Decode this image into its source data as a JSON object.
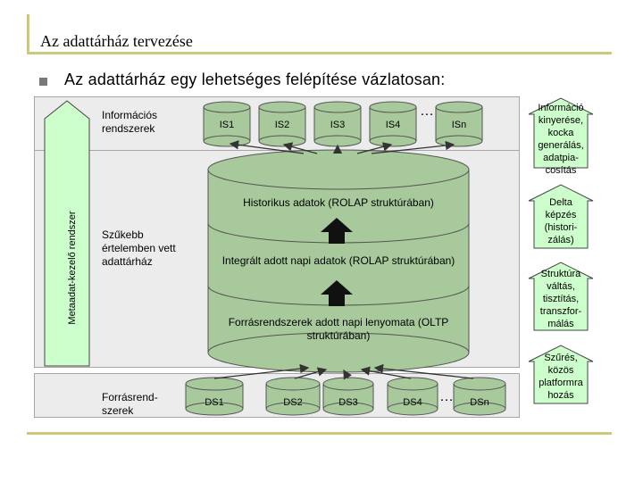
{
  "header": {
    "title": "Az adattárház tervezése",
    "subtitle": "Az adattárház egy lehetséges felépítése vázlatosan:"
  },
  "diagram": {
    "vertical_arrow_label": "Metaadat-kezelő rendszer",
    "bands": {
      "top_label": "Információs rendszerek",
      "middle_label": "Szűkebb értelemben vett adattárház",
      "bottom_label": "Forrásrend-szerek"
    },
    "is_items": [
      "IS1",
      "IS2",
      "IS3",
      "IS4",
      "ISn"
    ],
    "ds_items": [
      "DS1",
      "DS2",
      "DS3",
      "DS4",
      "DSn"
    ],
    "ellipsis": "…",
    "warehouse_layers": [
      "Historikus adatok (ROLAP struktúrában)",
      "Integrált adott napi adatok (ROLAP struktúrában)",
      "Forrásrendszerek adott napi lenyomata (OLTP struktúrában)"
    ],
    "right_arrows": [
      "Információ kinyerése, kocka generálás, adatpia-cosítás",
      "Delta képzés (histori-zálás)",
      "Struktúra váltás, tisztítás, transzfor-málás",
      "Szűrés, közös platformra hozás"
    ],
    "colors": {
      "arrow_fill": "#ccffcc",
      "cylinder_fill": "#a8c99c",
      "band_fill": "#ececec",
      "rule": "#cdc97a"
    }
  }
}
